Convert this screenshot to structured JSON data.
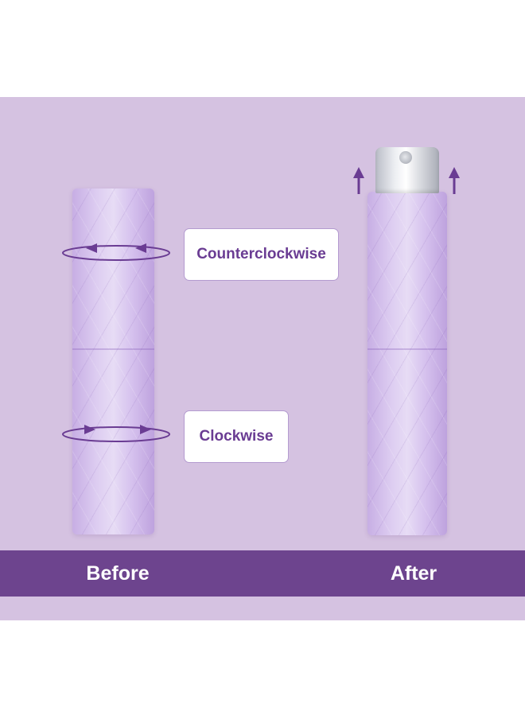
{
  "labels": {
    "counterclockwise": "Counterclockwise",
    "clockwise": "Clockwise",
    "before": "Before",
    "after": "After"
  },
  "colors": {
    "background": "#d5c2e1",
    "bottle": "#d8c6ef",
    "accent": "#6a3c93",
    "band": "#6d448e",
    "cap": "#e6e8ec"
  },
  "icons": {
    "counterclockwise_arrow": "counterclockwise-arrow-icon",
    "clockwise_arrow": "clockwise-arrow-icon",
    "up_arrow": "up-arrow-icon"
  }
}
